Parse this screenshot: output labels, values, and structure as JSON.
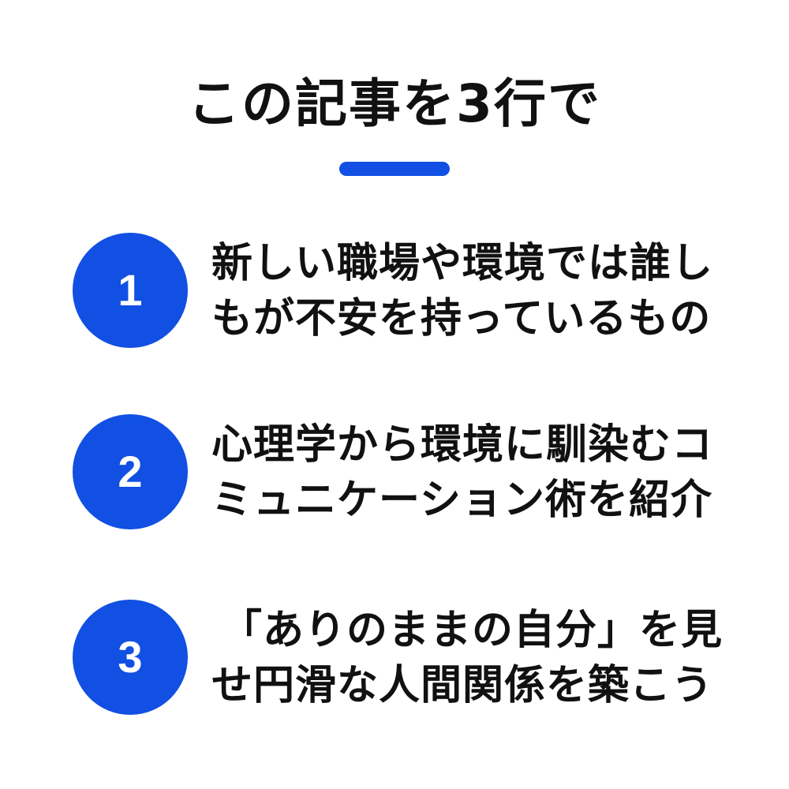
{
  "title": "この記事を3行で",
  "colors": {
    "accent": "#1150e3",
    "text": "#111111",
    "background": "#ffffff"
  },
  "points": [
    {
      "number": "1",
      "line1": "新しい職場や環境では誰し",
      "line2": "もが不安を持っているもの"
    },
    {
      "number": "2",
      "line1": "心理学から環境に馴染むコ",
      "line2": "ミュニケーション術を紹介"
    },
    {
      "number": "3",
      "line1": "「ありのままの自分」を見",
      "line2": "せ円滑な人間関係を築こう"
    }
  ]
}
